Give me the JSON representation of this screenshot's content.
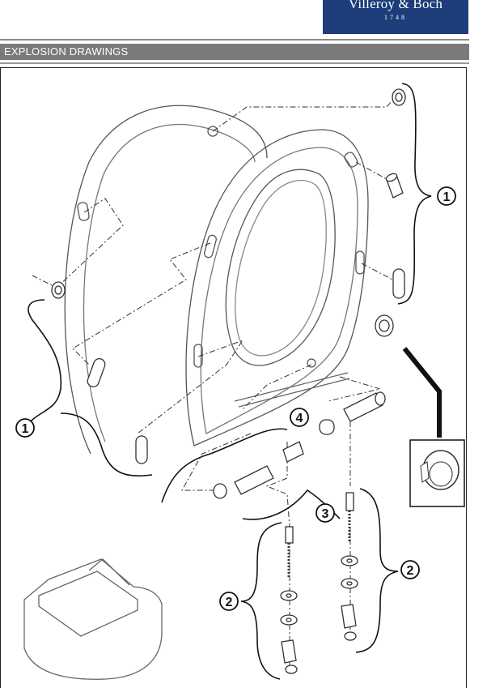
{
  "logo": {
    "brand": "Villeroy & Boch",
    "year": "1748"
  },
  "section": {
    "title": "EXPLOSION DRAWINGS"
  },
  "callouts": {
    "c1": "1",
    "c2": "2",
    "c3": "3",
    "c4": "4"
  }
}
